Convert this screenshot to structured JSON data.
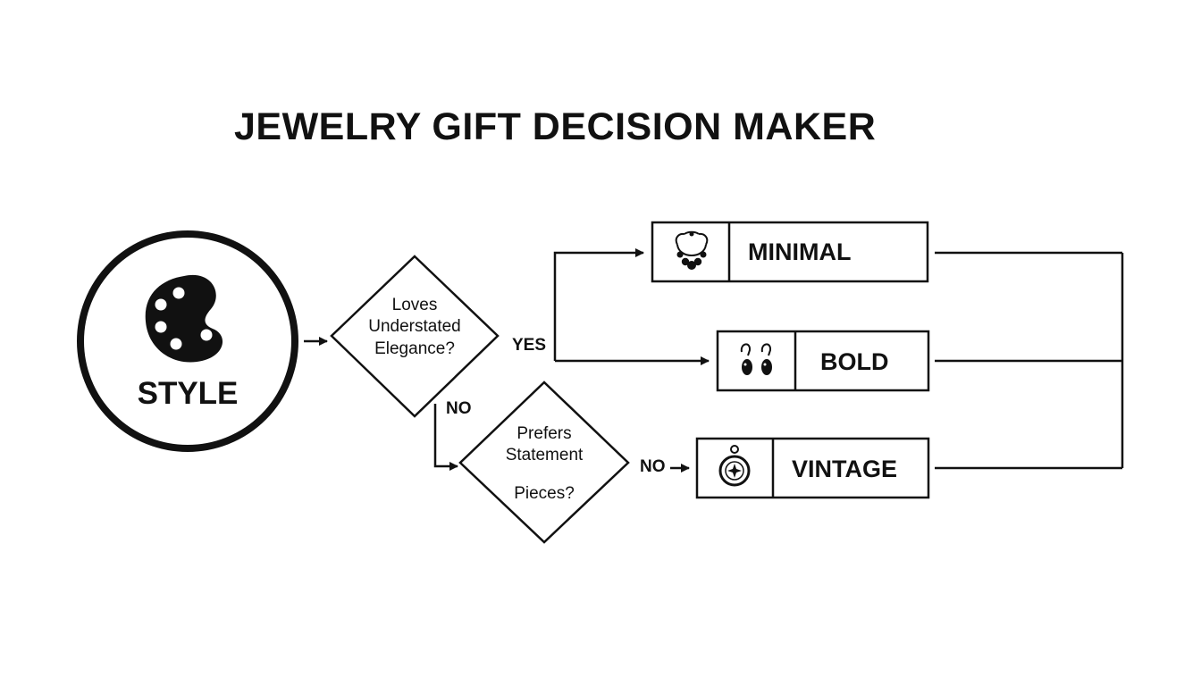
{
  "title": "JEWELRY GIFT DECISION MAKER",
  "start": {
    "label": "STYLE",
    "icon": "palette-icon"
  },
  "questions": [
    {
      "lines": [
        "Loves",
        "Understated",
        "Elegance?"
      ]
    },
    {
      "lines": [
        "Prefers",
        "Statement",
        "Pieces?"
      ]
    }
  ],
  "edge_labels": {
    "yes": "YES",
    "no_down": "NO",
    "no_right": "NO"
  },
  "options": [
    {
      "label": "MINIMAL",
      "icon": "necklace-icon"
    },
    {
      "label": "BOLD",
      "icon": "earrings-icon"
    },
    {
      "label": "VINTAGE",
      "icon": "compass-pendant-icon"
    }
  ],
  "colors": {
    "ink": "#111111",
    "background": "#ffffff"
  }
}
